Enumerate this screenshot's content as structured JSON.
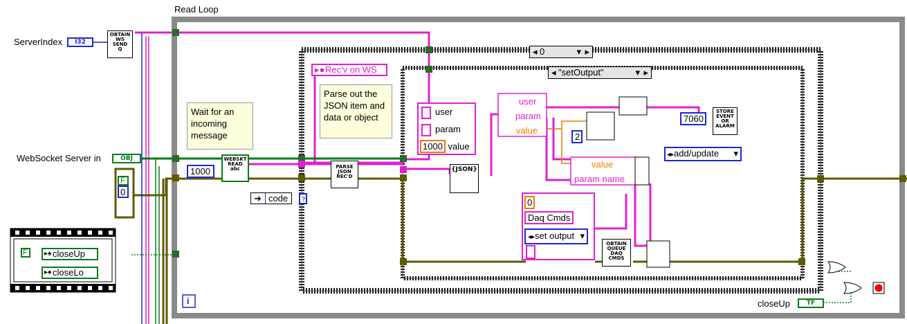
{
  "loop": {
    "label": "Read Loop",
    "iteration_terminal": "i"
  },
  "controls": {
    "server_index": {
      "label": "ServerIndex",
      "type": "I32"
    },
    "websocket_server_in": {
      "label": "WebSocket Server in",
      "type": "OBJ"
    },
    "close_up": {
      "label": "closeUp",
      "type": "TF"
    }
  },
  "nodes": {
    "obtain_ws_send_q": "OBTAIN\nWS\nSEND\nQ",
    "websocket_read": "WEBSKT\nREAD\nabc",
    "parse_json": "PARSE\nJSON\nREC'D",
    "json_node": "{JSON}",
    "store_event": "STORE\nEVENT\nOR\nALARM",
    "obtain_queue": "OBTAIN\nQUEUE\nDAQ\nCMDS"
  },
  "case_structures": {
    "outer_selector": "0",
    "inner_selector": "\"setOutput\""
  },
  "comments": {
    "rec_on_ws": "Rec'v on WS",
    "parse_note": "Parse out the JSON item and data or object",
    "wait_note": "Wait for an incoming message"
  },
  "constants": {
    "timeout": "1000",
    "param_cluster": {
      "fields": [
        "user",
        "param",
        "value"
      ],
      "value": "1000"
    },
    "unbundle_fields": [
      "user",
      "param",
      "value"
    ],
    "bundle_fields": [
      "value",
      "param name"
    ],
    "event_code": "7060",
    "format_precision": "2",
    "add_update": "add/update",
    "code": "code",
    "daq_cluster": {
      "index": "0",
      "name": "Daq Cmds",
      "command": "set output"
    },
    "false_const": "F",
    "zero": "0",
    "close_up_ref": "closeUp",
    "close_lo_ref": "closeLo"
  },
  "colors": {
    "loop_frame": "#8a8a8a",
    "case_frame": "#1a1a1a",
    "refnum_wire": "#e020d0",
    "object_wire": "#0a7a1a",
    "error_wire": "#5f5a00",
    "number_wire": "#f07800",
    "int_wire": "#1d27d4",
    "bool_wire": "#0a7a1a"
  }
}
